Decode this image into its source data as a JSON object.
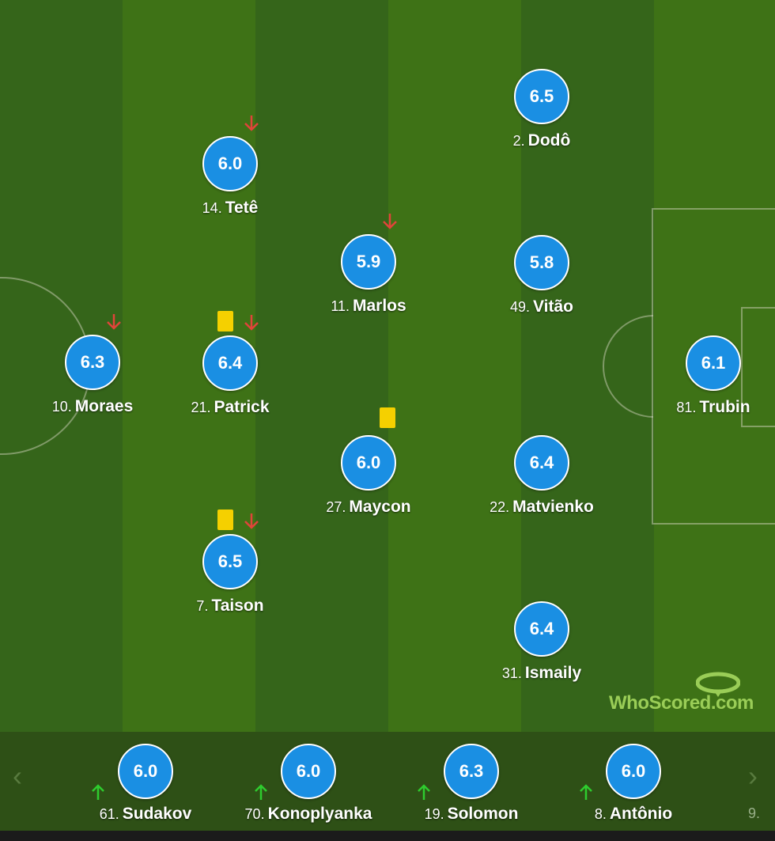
{
  "brand": {
    "name": "WhoScored.com"
  },
  "colors": {
    "rating": "#1a8fe3",
    "pitch": "#3a6b17",
    "sub_off": "#e0443a",
    "sub_on": "#2ecc2e",
    "yellow_card": "#f5d000"
  },
  "lineup": [
    {
      "number": "6.5",
      "num": "2.",
      "name": "Dodô",
      "events": []
    },
    {
      "number": "6.0",
      "num": "14.",
      "name": "Tetê",
      "events": [
        "sub-off"
      ]
    },
    {
      "number": "5.9",
      "num": "11.",
      "name": "Marlos",
      "events": [
        "sub-off"
      ]
    },
    {
      "number": "5.8",
      "num": "49.",
      "name": "Vitão",
      "events": []
    },
    {
      "number": "6.3",
      "num": "10.",
      "name": "Moraes",
      "events": [
        "sub-off"
      ]
    },
    {
      "number": "6.4",
      "num": "21.",
      "name": "Patrick",
      "events": [
        "yellow-card",
        "sub-off"
      ]
    },
    {
      "number": "6.1",
      "num": "81.",
      "name": "Trubin",
      "events": []
    },
    {
      "number": "6.0",
      "num": "27.",
      "name": "Maycon",
      "events": [
        "yellow-card"
      ]
    },
    {
      "number": "6.4",
      "num": "22.",
      "name": "Matvienko",
      "events": []
    },
    {
      "number": "6.5",
      "num": "7.",
      "name": "Taison",
      "events": [
        "yellow-card",
        "sub-off"
      ]
    },
    {
      "number": "6.4",
      "num": "31.",
      "name": "Ismaily",
      "events": []
    }
  ],
  "bench": [
    {
      "number": "6.0",
      "num": "61.",
      "name": "Sudakov",
      "events": [
        "sub-on"
      ]
    },
    {
      "number": "6.0",
      "num": "70.",
      "name": "Konoplyanka",
      "events": [
        "sub-on"
      ]
    },
    {
      "number": "6.3",
      "num": "19.",
      "name": "Solomon",
      "events": [
        "sub-on"
      ]
    },
    {
      "number": "6.0",
      "num": "8.",
      "name": "Antônio",
      "events": [
        "sub-on"
      ]
    }
  ],
  "bench_peek": {
    "num": "9."
  },
  "nav": {
    "prev_icon": "chevron-left-icon",
    "next_icon": "chevron-right-icon",
    "prev_glyph": "‹",
    "next_glyph": "›"
  }
}
